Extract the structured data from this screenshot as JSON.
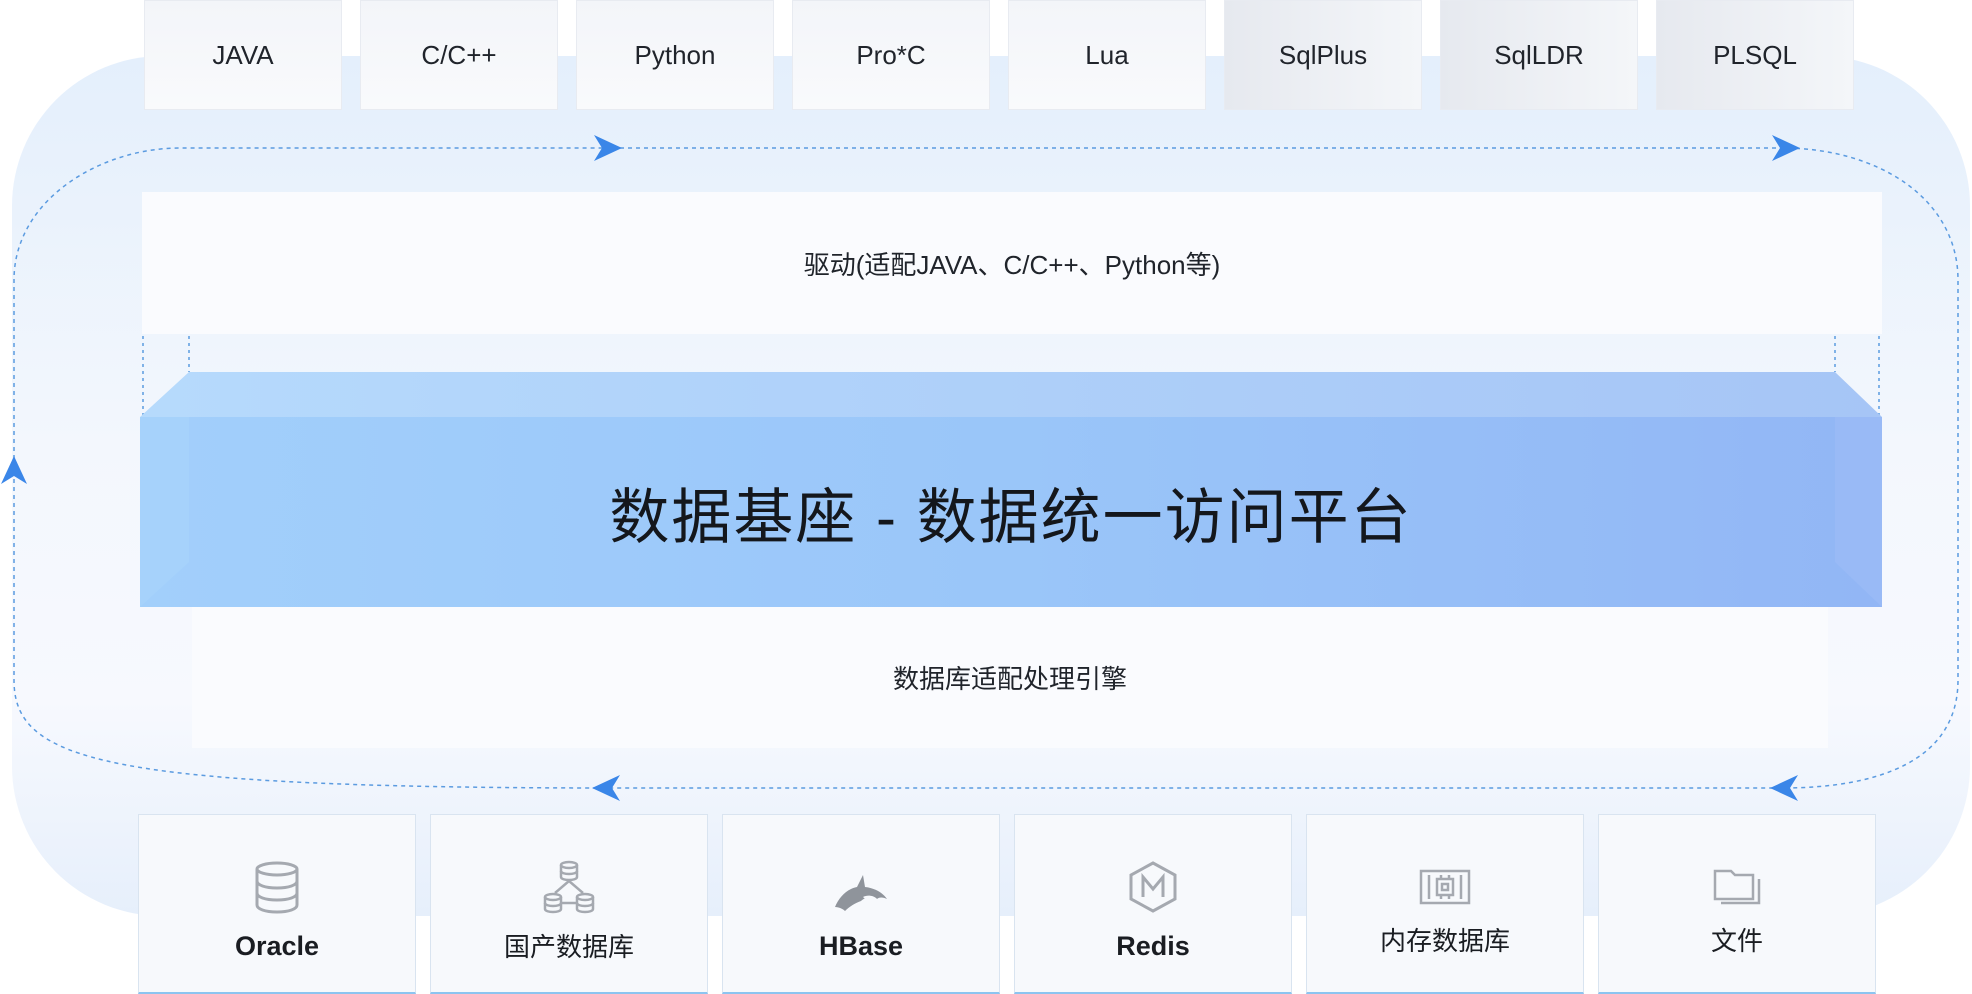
{
  "languages": [
    "JAVA",
    "C/C++",
    "Python",
    "Pro*C",
    "Lua",
    "SqlPlus",
    "SqlLDR",
    "PLSQL"
  ],
  "driver_label": "驱动(适配JAVA、C/C++、Python等)",
  "platform_title": "数据基座 - 数据统一访问平台",
  "engine_label": "数据库适配处理引擎",
  "databases": [
    {
      "label": "Oracle",
      "icon": "database-icon"
    },
    {
      "label": "国产数据库",
      "icon": "database-cluster-icon"
    },
    {
      "label": "HBase",
      "icon": "hbase-orca-icon"
    },
    {
      "label": "Redis",
      "icon": "redis-hexagon-icon"
    },
    {
      "label": "内存数据库",
      "icon": "memory-chip-icon"
    },
    {
      "label": "文件",
      "icon": "folder-icon"
    }
  ],
  "colors": {
    "arrow": "#3a86e8",
    "platform": "#9cc8f9",
    "dashed_line": "#5b9be0"
  }
}
